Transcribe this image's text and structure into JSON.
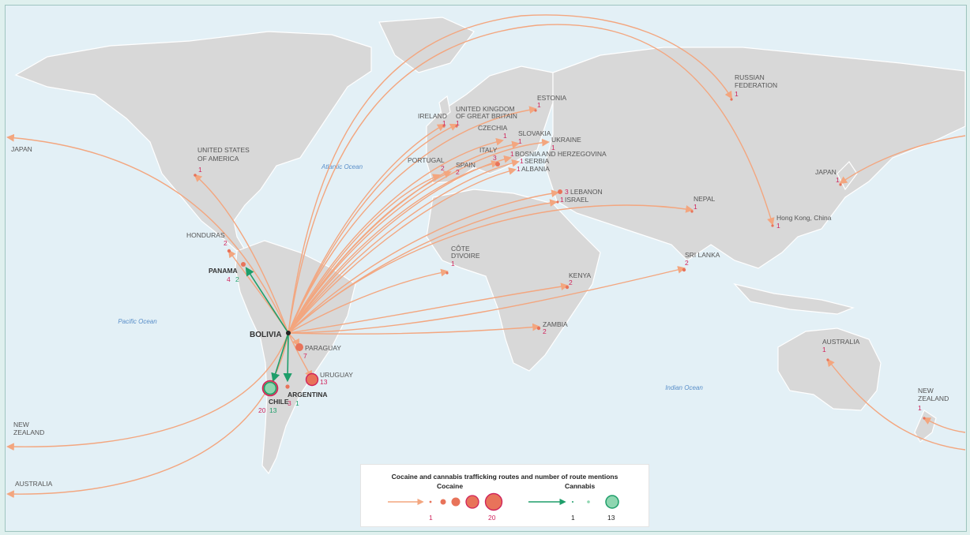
{
  "colors": {
    "cocaine": "#f3a67f",
    "cocaine_marker": "#e8735a",
    "cocaine_num": "#d0245c",
    "cannabis": "#1e9e6a",
    "land": "#d8d8d8",
    "sea": "#e3f0f6"
  },
  "oceans": {
    "atlantic": "Atlantic Ocean",
    "pacific": "Pacific Ocean",
    "indian": "Indian Ocean"
  },
  "origin": {
    "name": "BOLIVIA"
  },
  "places": [
    {
      "name": "JAPAN",
      "count": ""
    },
    {
      "name": "UNITED STATES OF AMERICA",
      "count": "1"
    },
    {
      "name": "HONDURAS",
      "count": "2"
    },
    {
      "name": "PANAMA",
      "count": "4",
      "cannabis": "2"
    },
    {
      "name": "PARAGUAY",
      "count": "7"
    },
    {
      "name": "URUGUAY",
      "count": "13"
    },
    {
      "name": "ARGENTINA",
      "count": "3",
      "cannabis": "1"
    },
    {
      "name": "CHILE",
      "count": "20",
      "cannabis": "13"
    },
    {
      "name": "NEW ZEALAND",
      "count": ""
    },
    {
      "name": "AUSTRALIA",
      "count": ""
    },
    {
      "name": "IRELAND",
      "count": "1"
    },
    {
      "name": "UNITED KINGDOM OF GREAT BRITAIN",
      "count": "1"
    },
    {
      "name": "ESTONIA",
      "count": "1"
    },
    {
      "name": "CZECHIA",
      "count": "1"
    },
    {
      "name": "SLOVAKIA",
      "count": "1"
    },
    {
      "name": "UKRAINE",
      "count": "1"
    },
    {
      "name": "PORTUGAL",
      "count": "2"
    },
    {
      "name": "SPAIN",
      "count": "2"
    },
    {
      "name": "ITALY",
      "count": "3"
    },
    {
      "name": "BOSNIA AND HERZEGOVINA",
      "count": "1"
    },
    {
      "name": "SERBIA",
      "count": "1"
    },
    {
      "name": "ALBANIA",
      "count": "1"
    },
    {
      "name": "LEBANON",
      "count": "3"
    },
    {
      "name": "ISRAEL",
      "count": "1"
    },
    {
      "name": "CÔTE D'IVOIRE",
      "count": "1"
    },
    {
      "name": "KENYA",
      "count": "2"
    },
    {
      "name": "ZAMBIA",
      "count": "2"
    },
    {
      "name": "RUSSIAN FEDERATION",
      "count": "1"
    },
    {
      "name": "NEPAL",
      "count": "1"
    },
    {
      "name": "SRI LANKA",
      "count": "2"
    },
    {
      "name": "Hong Kong, China",
      "count": "1"
    },
    {
      "name": "JAPAN",
      "count": "1"
    },
    {
      "name": "AUSTRALIA",
      "count": "1"
    },
    {
      "name": "NEW ZEALAND",
      "count": "1"
    }
  ],
  "legend": {
    "title": "Cocaine and cannabis trafficking routes and number of route mentions",
    "cocaine_label": "Cocaine",
    "cannabis_label": "Cannabis",
    "cocaine_min": "1",
    "cocaine_max": "20",
    "cannabis_min": "1",
    "cannabis_max": "13"
  }
}
